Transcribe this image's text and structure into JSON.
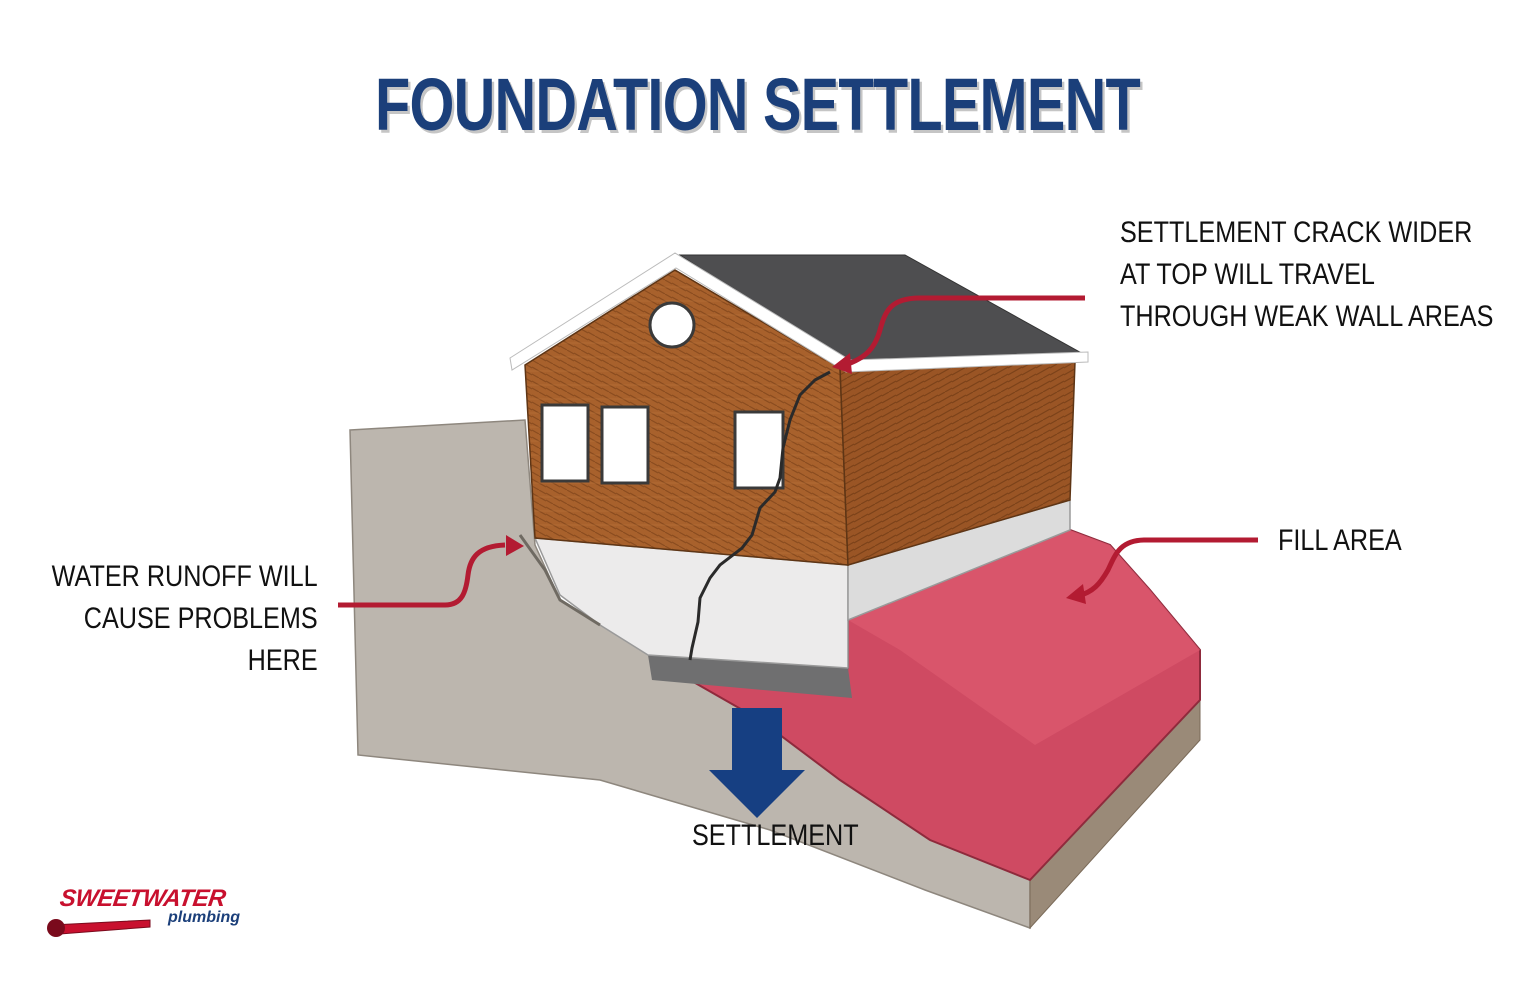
{
  "title": "FOUNDATION SETTLEMENT",
  "callouts": {
    "crack_lines": [
      "SETTLEMENT CRACK WIDER",
      "AT TOP WILL TRAVEL",
      "THROUGH WEAK WALL AREAS"
    ],
    "fill": "FILL AREA",
    "water_lines": [
      "WATER RUNOFF WILL",
      "CAUSE PROBLEMS",
      "HERE"
    ],
    "settlement": "SETTLEMENT"
  },
  "logo": {
    "top": "SWEETWATER",
    "bottom": "plumbing"
  },
  "colors": {
    "title": "#1b3f7a",
    "callout_arrow": "#b31b32",
    "settlement_arrow": "#163f82",
    "soil": "#bcb6ae",
    "fill": "#cf4a62",
    "brick": "#a8612c",
    "foundation": "#ecebeb",
    "roof": "#4e4e50",
    "logo_red": "#c8102e",
    "logo_blue": "#1b3f7a"
  }
}
